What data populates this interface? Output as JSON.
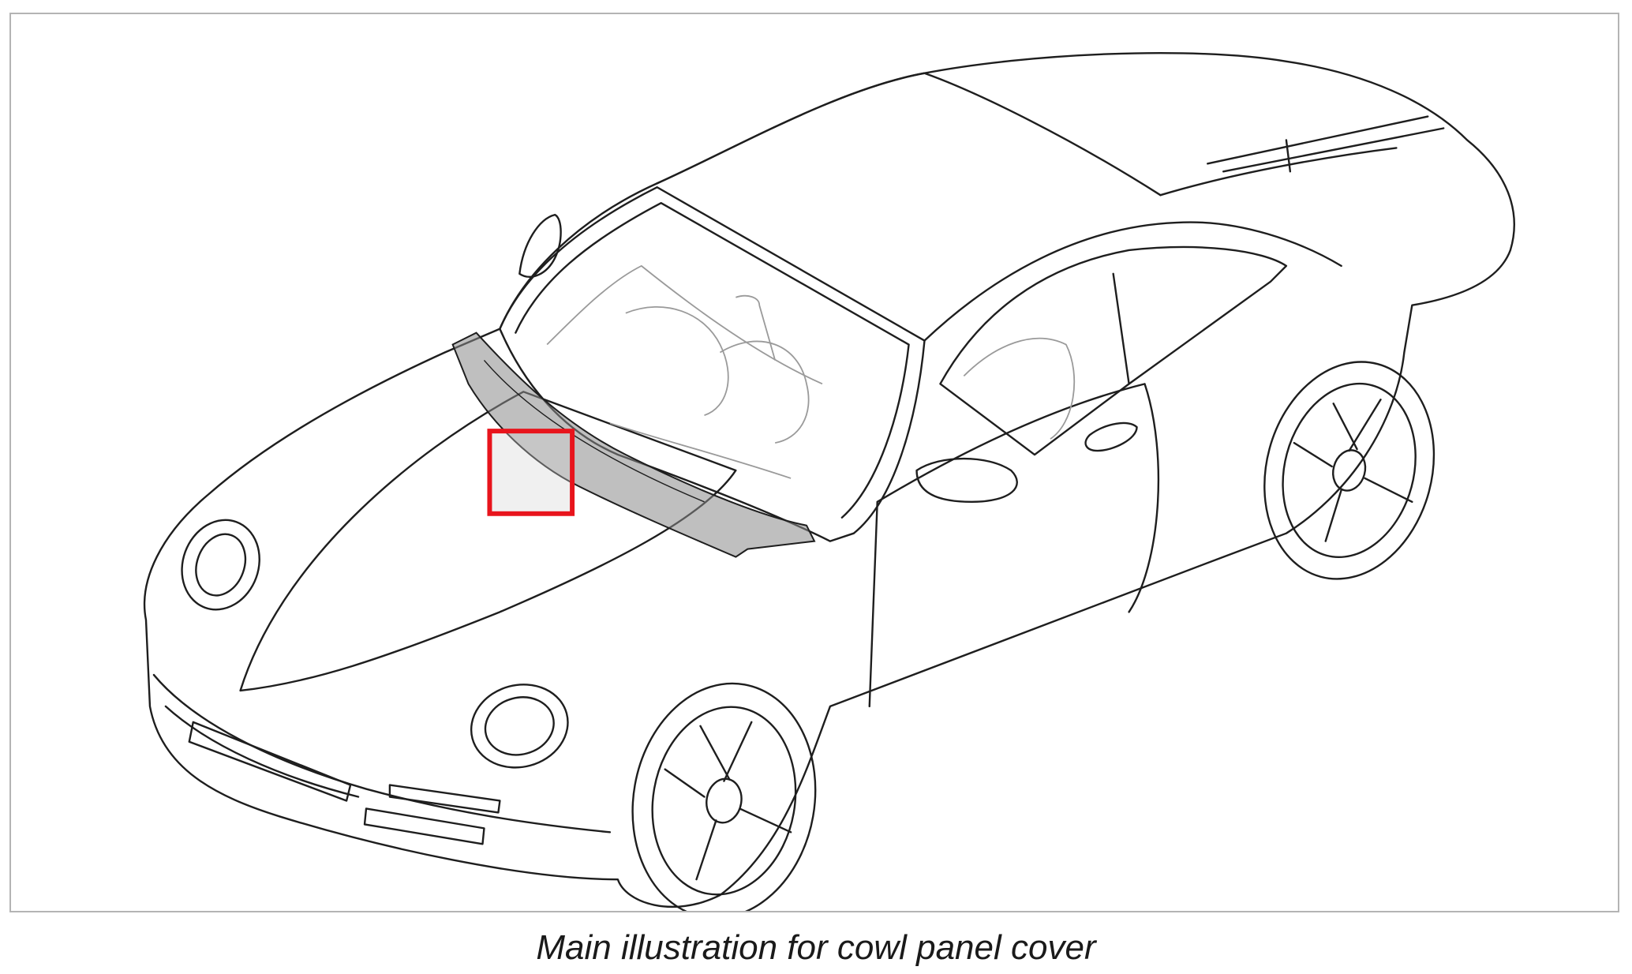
{
  "figure": {
    "caption": "Main illustration for cowl panel cover",
    "subject_icon": "car-outline-illustration",
    "highlight": {
      "color": "#e8141c",
      "part": "cowl-panel-cover"
    },
    "colors": {
      "line": "#1e1e1e",
      "interior_line": "#9a9a9a",
      "part_fill": "#8a8a8a",
      "frame": "#b4b4b4"
    }
  }
}
